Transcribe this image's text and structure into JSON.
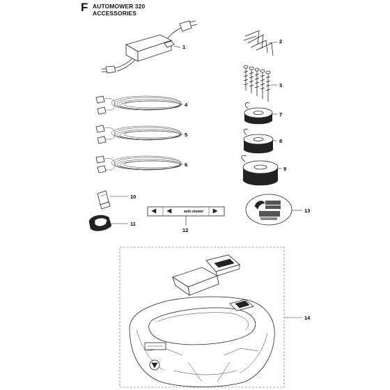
{
  "header": {
    "section_letter": "F",
    "model": "AUTOMOWER 320",
    "section": "ACCESSORIES"
  },
  "callouts": [
    "1",
    "2",
    "3",
    "4",
    "5",
    "6",
    "7",
    "8",
    "9",
    "10",
    "11",
    "12",
    "13",
    "14"
  ],
  "logos": {
    "mower_brand_text": "auto mower",
    "badge_text": "PIN CODE Alarm SECURITY"
  }
}
